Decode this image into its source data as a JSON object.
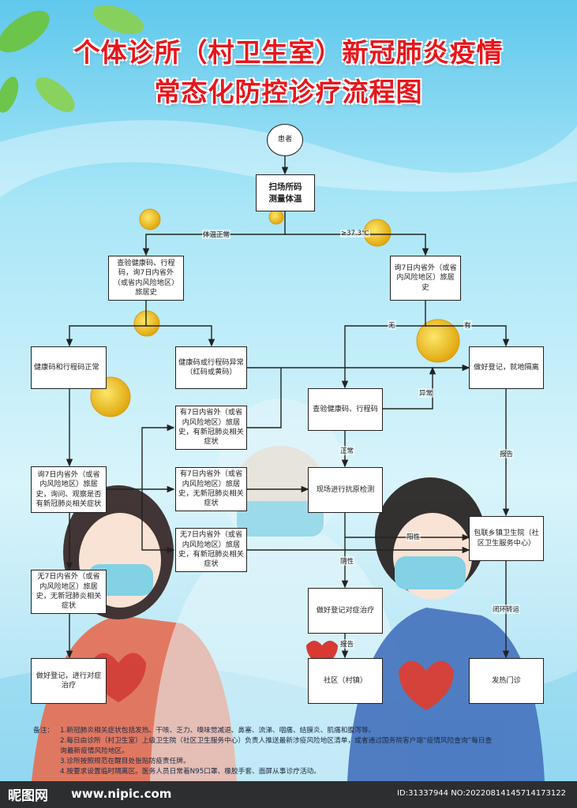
{
  "title": {
    "line1": "个体诊所（村卫生室）新冠肺炎疫情",
    "line2": "常态化防控诊疗流程图"
  },
  "nodes": {
    "patient": "患者",
    "scan": "扫场所码\n测量体温",
    "check_codes": "查验健康码、行程码，询7日内省外（或省内风险地区）旅居史",
    "ask_travel": "询7日内省外（或省内风险地区）旅居史",
    "codes_normal": "健康码和行程码正常",
    "codes_abnormal": "健康码或行程码异常（红码或黄码）",
    "register_isolate": "做好登记，就地隔离",
    "check_codes2": "查验健康码、行程码",
    "has_travel_symptoms": "有7日内省外（或省内风险地区）旅居史，有新冠肺炎相关症状",
    "has_travel_no_symptoms": "有7日内省外（或省内风险地区）旅居史，无新冠肺炎相关症状",
    "no_travel_has_symptoms": "无7日内省外（或省内风险地区）旅居史，有新冠肺炎相关症状",
    "ask_observe": "询7日内省外（或省内风险地区）旅居史，询问、观察是否有新冠肺炎相关症状",
    "antigen_test": "现场进行抗原检测",
    "township_hospital": "包联乡镇卫生院（社区卫生服务中心）",
    "no_travel_no_symptoms": "无7日内省外（或省内风险地区）旅居史，无新冠肺炎相关症状",
    "register_treat": "做好登记对症治疗",
    "register_treat2": "做好登记，进行对症治疗",
    "community": "社区（村镇）",
    "fever_clinic": "发热门诊"
  },
  "edge_labels": {
    "temp_normal": "体温正常",
    "temp_high": "≥37.3℃",
    "no": "无",
    "yes": "有",
    "abnormal": "异常",
    "normal": "正常",
    "report": "报告",
    "positive": "阳性",
    "negative": "阴性",
    "report2": "报告",
    "closed_loop": "闭环转运"
  },
  "notes": {
    "label": "备注：",
    "items": [
      "1.新冠肺炎相关症状包括发热、干咳、乏力、嗅味觉减退、鼻塞、流涕、咽痛、结膜炎、肌痛和腹泻等。",
      "2.每日由诊所（村卫生室）上级卫生院（社区卫生服务中心）负责人推送最新涉疫风险地区清单，或者通过国务院客户端“疫情风险查询”每日查",
      "   询最新疫情风险地区。",
      "3.诊所按照规范在醒目处张贴防疫责任牌。",
      "4.按要求设置临时隔离区。医务人员日常着N95口罩、橡胶手套、面屏从事诊疗活动。"
    ]
  },
  "footer": {
    "logo": "昵图网",
    "site": "www.nipic.com",
    "image_id": "ID:31337944 NO:20220814145714173122"
  },
  "colors": {
    "title_red": "#e8151b",
    "sky_top": "#7fd6f0",
    "sky_mid": "#bdeefa",
    "virus_yellow": "#f2c41c"
  }
}
